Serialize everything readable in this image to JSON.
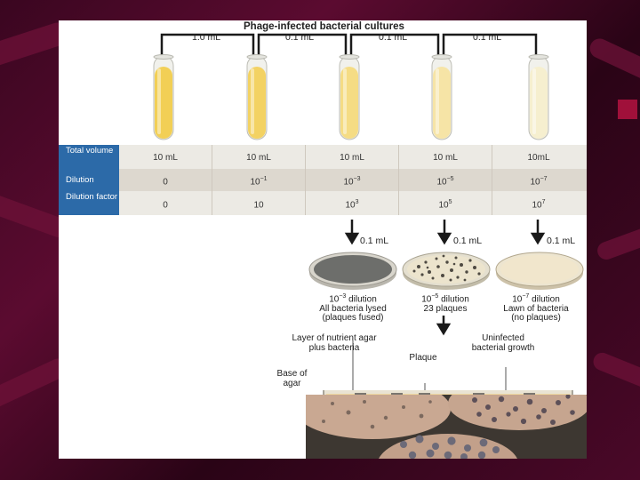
{
  "diagram": {
    "title": "Phage-infected bacterial cultures",
    "transfers": [
      "1.0 mL",
      "0.1 mL",
      "0.1 mL",
      "0.1 mL"
    ],
    "table": {
      "row_labels": [
        "Total volume",
        "Dilution",
        "Dilution factor"
      ],
      "total_volume": [
        "10 mL",
        "10 mL",
        "10 mL",
        "10 mL",
        "10mL"
      ],
      "dilution": [
        {
          "base": "0",
          "exp": ""
        },
        {
          "base": "10",
          "exp": "−1"
        },
        {
          "base": "10",
          "exp": "−3"
        },
        {
          "base": "10",
          "exp": "−5"
        },
        {
          "base": "10",
          "exp": "−7"
        }
      ],
      "dilution_factor": [
        {
          "base": "0",
          "exp": ""
        },
        {
          "base": "10",
          "exp": ""
        },
        {
          "base": "10",
          "exp": "3"
        },
        {
          "base": "10",
          "exp": "5"
        },
        {
          "base": "10",
          "exp": "7"
        }
      ]
    },
    "plating_volume": [
      "0.1 mL",
      "0.1 mL",
      "0.1 mL"
    ],
    "plates": [
      {
        "exp": "−3",
        "rest": " dilution",
        "line2": "All bacteria lysed",
        "line3": "(plaques fused)"
      },
      {
        "exp": "−5",
        "rest": " dilution",
        "line2": "23 plaques",
        "line3": ""
      },
      {
        "exp": "−7",
        "rest": " dilution",
        "line2": "Lawn of bacteria",
        "line3": "(no plaques)"
      }
    ],
    "cross_section": {
      "layer_label_1": "Layer of nutrient agar",
      "layer_label_2": "plus bacteria",
      "uninfected_1": "Uninfected",
      "uninfected_2": "bacterial growth",
      "plaque": "Plaque",
      "base_1": "Base of",
      "base_2": "agar"
    },
    "colors": {
      "header_blue": "#2c6aa8",
      "row_light": "#eceae4",
      "row_dark": "#ddd8cf",
      "broth_strong": "#f2cf55",
      "broth_light": "#f6efcf"
    }
  }
}
